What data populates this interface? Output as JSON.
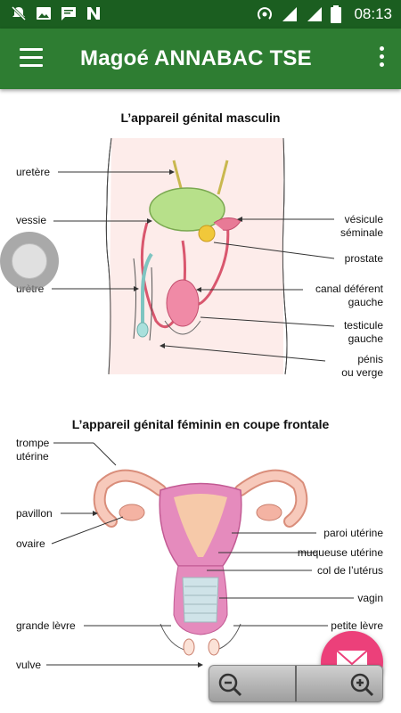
{
  "status_bar": {
    "time": "08:13",
    "left_icons": [
      "notifications-off-icon",
      "image-icon",
      "message-icon",
      "n-icon"
    ],
    "right_icons": [
      "hotspot-icon",
      "signal-icon",
      "signal-icon",
      "battery-icon"
    ]
  },
  "app_bar": {
    "title": "Magoé ANNABAC TSE",
    "menu_icon": "hamburger-icon",
    "more_icon": "more-vert-icon",
    "color": "#2e7d32"
  },
  "figure_male": {
    "title": "L’appareil génital masculin",
    "labels": {
      "uretere": "uretère",
      "vessie": "vessie",
      "uretre": "urètre",
      "vesicule_1": "vésicule",
      "vesicule_2": "séminale",
      "prostate": "prostate",
      "canal_1": "canal déférent",
      "canal_2": "gauche",
      "testicule_1": "testicule",
      "testicule_2": "gauche",
      "penis_1": "pénis",
      "penis_2": "ou verge"
    }
  },
  "figure_female": {
    "title": "L’appareil génital féminin en coupe frontale",
    "labels": {
      "trompe_1": "trompe",
      "trompe_2": "utérine",
      "pavillon": "pavillon",
      "ovaire": "ovaire",
      "grande_levre": "grande lèvre",
      "vulve": "vulve",
      "paroi": "paroi utérine",
      "muqueuse": "muqueuse utérine",
      "col": "col de l’utérus",
      "vagin": "vagin",
      "petite_levre": "petite lèvre"
    }
  },
  "controls": {
    "fab_icon": "mail-icon",
    "fab_color": "#ec407a",
    "zoom_out_icon": "zoom-out-icon",
    "zoom_in_icon": "zoom-in-icon"
  }
}
